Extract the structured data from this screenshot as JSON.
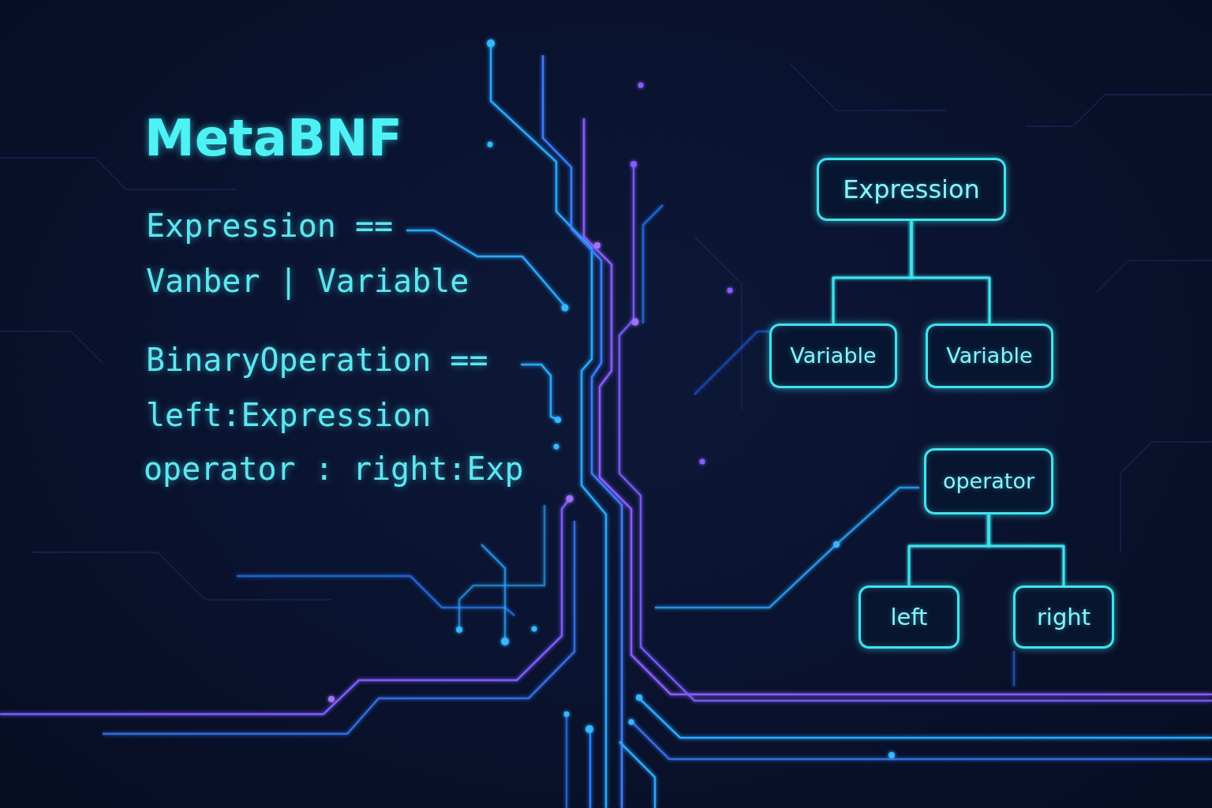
{
  "diagram": {
    "title": "MetaBNF",
    "nodes": [
      {
        "text": [
          "Expression"
        ]
      },
      {
        "text": [
          "Variable"
        ]
      },
      {
        "text": [
          "Variable"
        ]
      },
      {
        "text": [
          "operator"
        ]
      },
      {
        "text": [
          "left"
        ]
      },
      {
        "text": [
          "right"
        ]
      }
    ],
    "edges": [
      {
        "from": 0,
        "to": 1,
        "arrow": "none"
      },
      {
        "from": 0,
        "to": 2,
        "arrow": "none"
      },
      {
        "from": 2,
        "to": 3,
        "arrow": "none"
      },
      {
        "from": 3,
        "to": 4,
        "arrow": "none"
      },
      {
        "from": 3,
        "to": 5,
        "arrow": "none"
      }
    ],
    "labels": [
      "Expression ==",
      "Vanber | Variable",
      "BinaryOperation ==",
      "left:Expression",
      "operator : right:Exp"
    ]
  }
}
